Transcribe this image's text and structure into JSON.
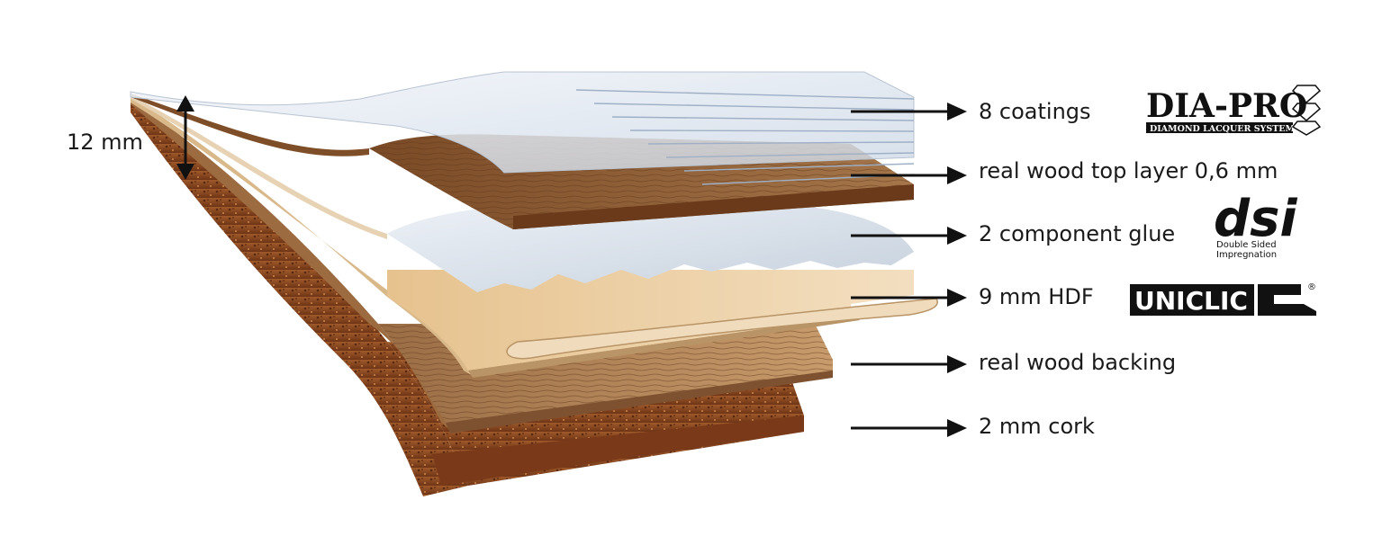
{
  "thickness": {
    "label": "12 mm"
  },
  "layers": [
    {
      "id": "coatings",
      "label": "8 coatings"
    },
    {
      "id": "top-layer",
      "label": "real wood top layer 0,6 mm"
    },
    {
      "id": "glue",
      "label": "2 component glue"
    },
    {
      "id": "hdf",
      "label": "9 mm HDF"
    },
    {
      "id": "backing",
      "label": "real wood backing"
    },
    {
      "id": "cork",
      "label": "2 mm cork"
    }
  ],
  "logos": {
    "diapro": {
      "name": "DIA-PRO",
      "tagline": "DIAMOND LACQUER SYSTEM"
    },
    "dsi": {
      "name": "dsi",
      "line1": "Double Sided",
      "line2": "Impregnation"
    },
    "uniclic": {
      "name": "UNICLIC",
      "mark": "®"
    }
  },
  "colors": {
    "cork": "#8a4a22",
    "backing": "#b88a5a",
    "hdf": "#e8cfa5",
    "top_wood": "#8c5a32",
    "coating": "#dfe8f2",
    "arrow": "#111111"
  }
}
